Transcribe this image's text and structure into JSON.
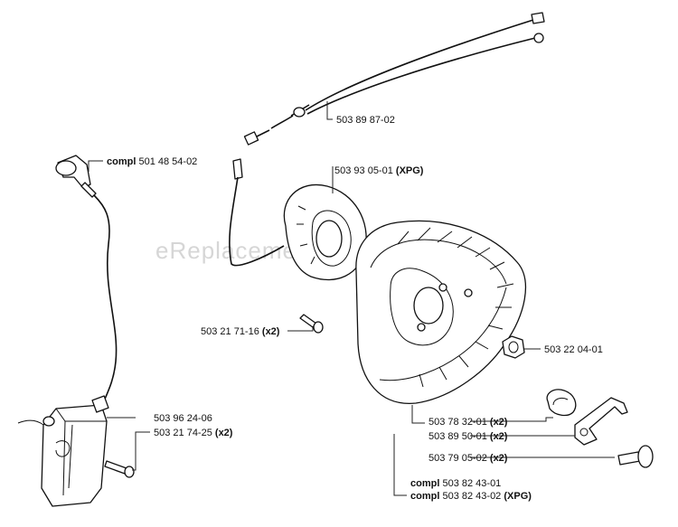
{
  "watermark": "eReplacementParts.com",
  "callouts": [
    {
      "id": "c1",
      "prefix": "",
      "number": "503 89 87-02",
      "suffix": ""
    },
    {
      "id": "c2",
      "prefix": "compl",
      "number": "501 48 54-02",
      "suffix": ""
    },
    {
      "id": "c3",
      "prefix": "",
      "number": "503 93 05-01",
      "suffix": "(XPG)"
    },
    {
      "id": "c4",
      "prefix": "",
      "number": "503 21 71-16",
      "suffix": "(x2)"
    },
    {
      "id": "c5",
      "prefix": "",
      "number": "503 22 04-01",
      "suffix": ""
    },
    {
      "id": "c6",
      "prefix": "",
      "number": "503 96 24-06",
      "suffix": ""
    },
    {
      "id": "c7",
      "prefix": "",
      "number": "503 21 74-25",
      "suffix": "(x2)"
    },
    {
      "id": "c8",
      "prefix": "",
      "number": "503 78 32-01",
      "suffix": "(x2)"
    },
    {
      "id": "c9",
      "prefix": "",
      "number": "503 89 50-01",
      "suffix": "(x2)"
    },
    {
      "id": "c10",
      "prefix": "",
      "number": "503 79 05-02",
      "suffix": "(x2)"
    },
    {
      "id": "c11",
      "prefix": "compl",
      "number": "503 82 43-01",
      "suffix": ""
    },
    {
      "id": "c12",
      "prefix": "compl",
      "number": "503 82 43-02",
      "suffix": "(XPG)"
    }
  ]
}
